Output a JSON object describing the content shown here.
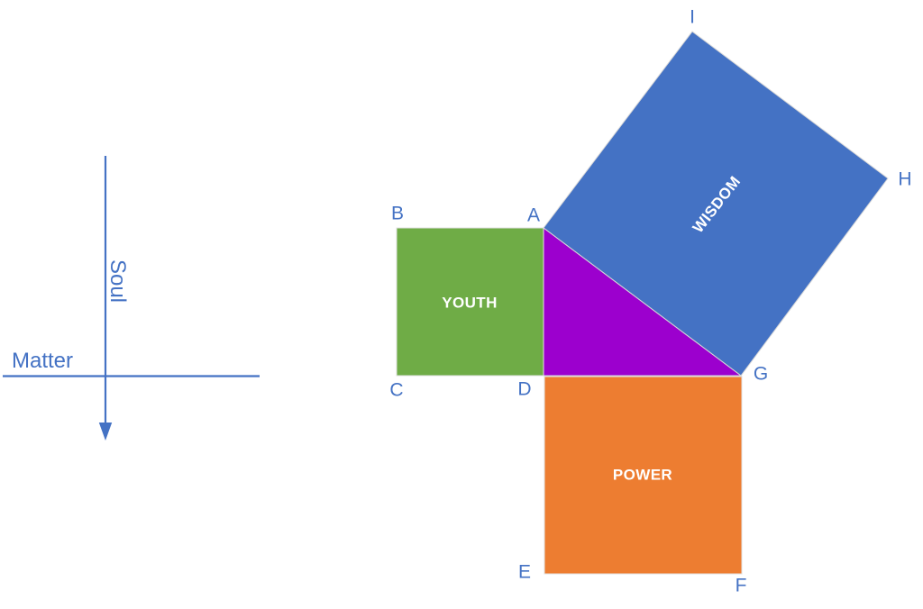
{
  "axes_panel": {
    "vertical_axis_label": "Soul",
    "horizontal_axis_label": "Matter"
  },
  "pythagorean_diagram": {
    "square_labels": {
      "youth": "YOUTH",
      "wisdom": "WISDOM",
      "power": "POWER"
    },
    "vertex_labels": {
      "a": "A",
      "b": "B",
      "c": "C",
      "d": "D",
      "e": "E",
      "f": "F",
      "g": "G",
      "h": "H",
      "i": "I"
    }
  },
  "colors": {
    "axis_line": "#4472C4",
    "axis_label_text": "#4472C4",
    "vertex_label_text": "#4472C4",
    "youth_green": "#6FAC46",
    "wisdom_blue": "#4472C4",
    "power_orange": "#ED7D31",
    "triangle_purple": "#9C00CE",
    "square_label_text": "#FFFFFF",
    "shape_seam": "#D8D8D8"
  }
}
